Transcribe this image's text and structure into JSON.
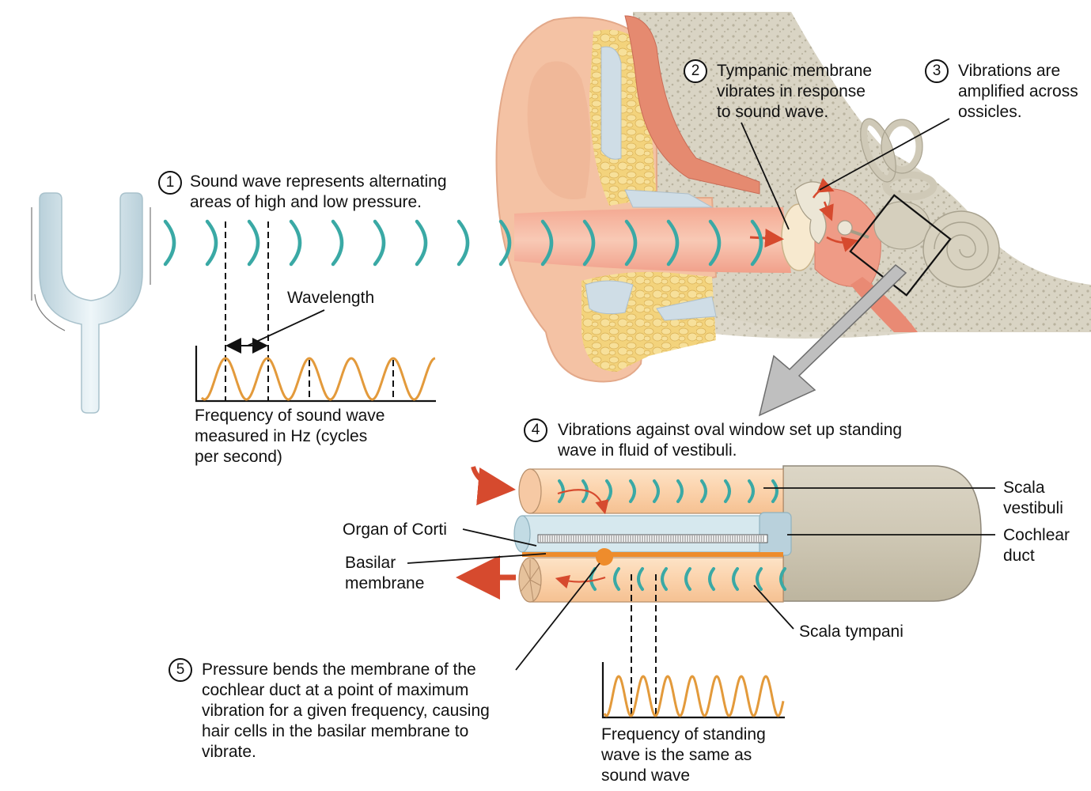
{
  "steps": {
    "s1": {
      "number": "1",
      "lines": [
        "Sound wave represents alternating",
        "areas of high and low pressure."
      ]
    },
    "s2": {
      "number": "2",
      "lines": [
        "Tympanic membrane",
        "vibrates in response",
        "to sound wave."
      ]
    },
    "s3": {
      "number": "3",
      "lines": [
        "Vibrations are",
        "amplified across",
        "ossicles."
      ]
    },
    "s4": {
      "number": "4",
      "lines": [
        "Vibrations against oval window set up standing",
        "wave in fluid of vestibuli."
      ]
    },
    "s5": {
      "number": "5",
      "lines": [
        "Pressure bends the membrane of the",
        "cochlear duct at a point of maximum",
        "vibration for a given frequency, causing",
        "hair cells in the basilar membrane to",
        "vibrate."
      ]
    }
  },
  "labels": {
    "wavelength": "Wavelength",
    "frequency_sound": [
      "Frequency of sound wave",
      "measured in Hz (cycles",
      "per second)"
    ],
    "frequency_standing": [
      "Frequency of standing",
      "wave is the same as",
      "sound wave"
    ],
    "scala_vestibuli": [
      "Scala",
      "vestibuli"
    ],
    "cochlear_duct": [
      "Cochlear",
      "duct"
    ],
    "scala_tympani": "Scala tympani",
    "organ_of_corti": "Organ of Corti",
    "basilar_membrane": [
      "Basilar",
      "membrane"
    ]
  },
  "colors": {
    "wave_teal": "#3aa9a5",
    "sine_orange": "#e39a3b",
    "arrow_red": "#d64a2e",
    "skin": "#f4c9ad",
    "bone": "#d8d3c2",
    "fat": "#f2cf7d",
    "fork": "#cfe2ea"
  }
}
